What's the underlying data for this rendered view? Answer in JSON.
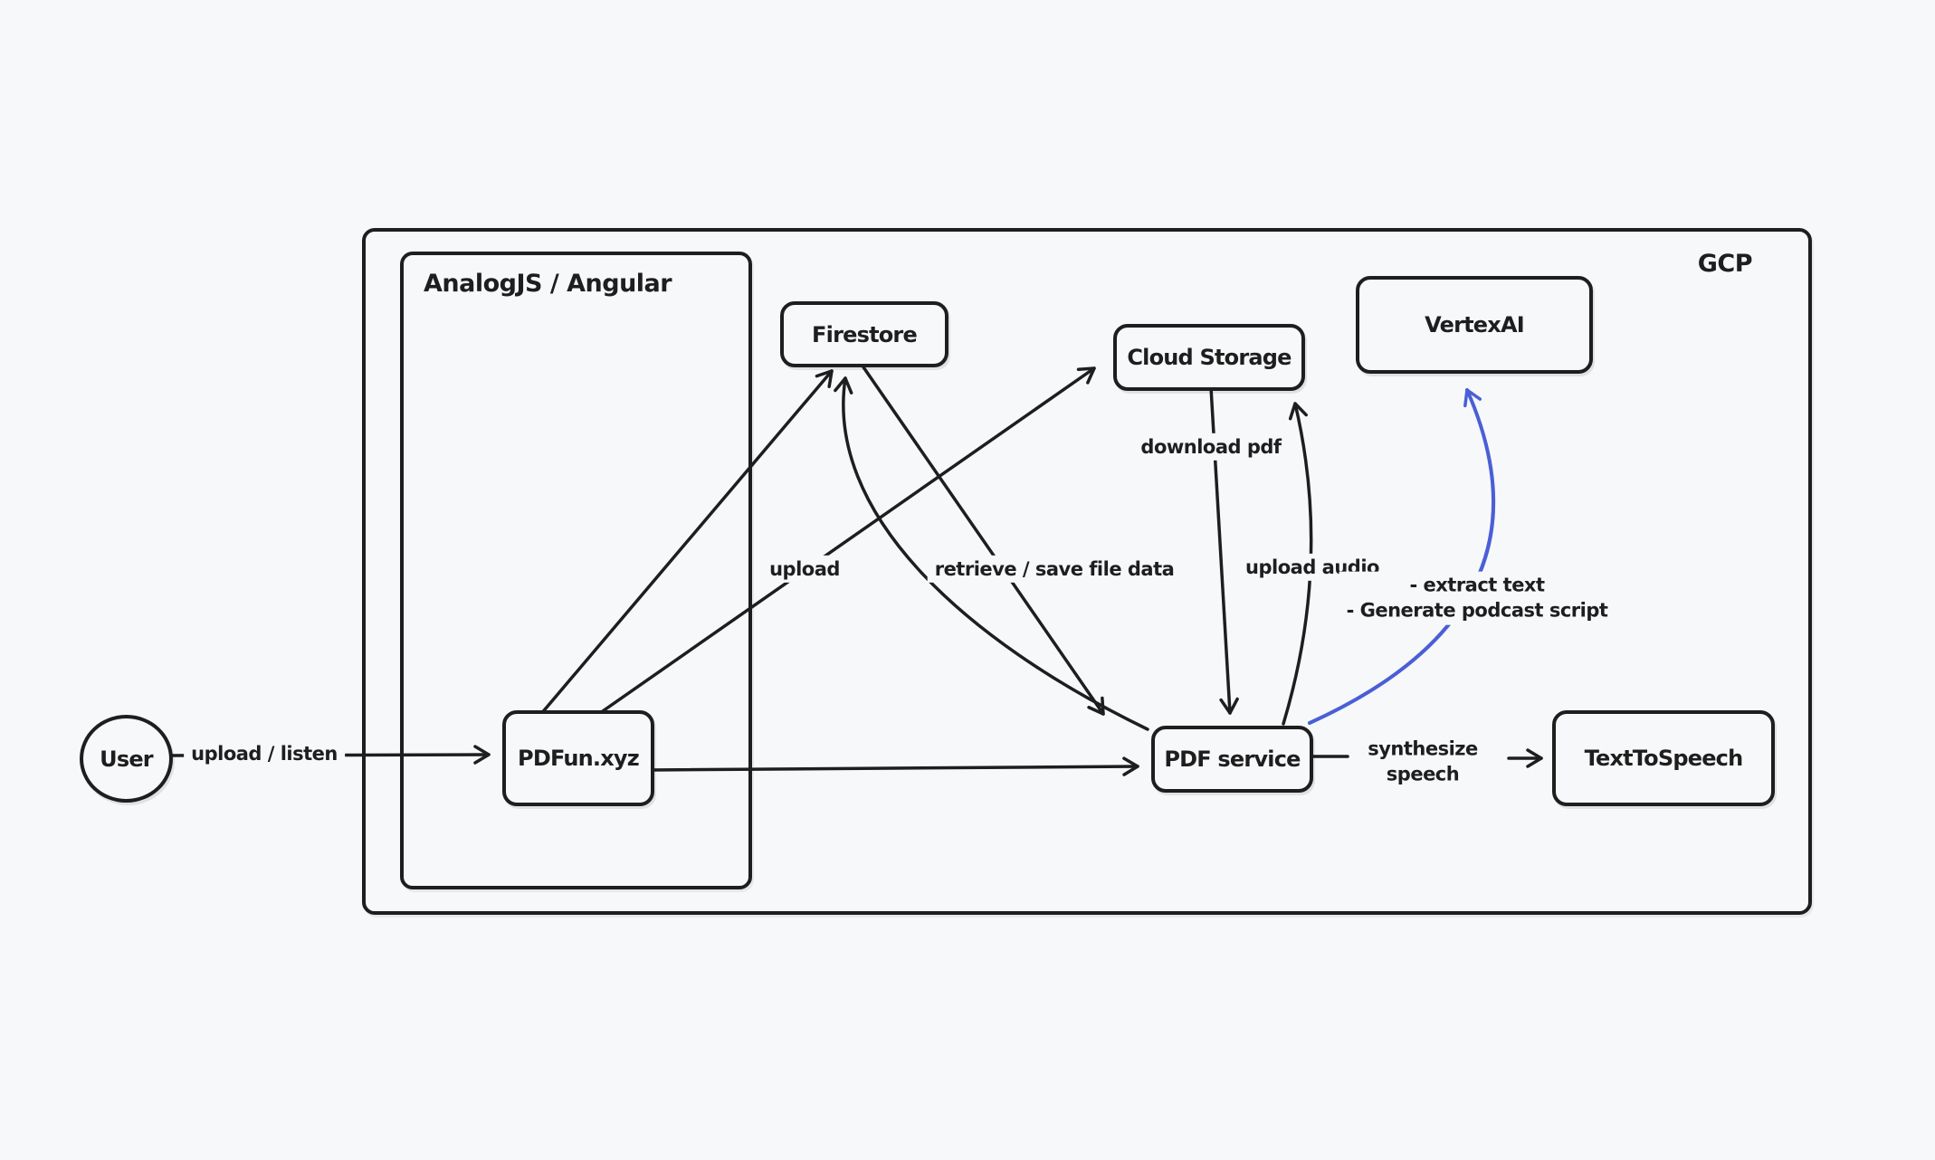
{
  "diagram": {
    "containers": {
      "gcp": {
        "label": "GCP"
      },
      "frontend": {
        "label": "AnalogJS / Angular"
      }
    },
    "nodes": {
      "user": {
        "label": "User"
      },
      "pdfun": {
        "label": "PDFun.xyz"
      },
      "firestore": {
        "label": "Firestore"
      },
      "cloud_storage": {
        "label": "Cloud Storage"
      },
      "vertex_ai": {
        "label": "VertexAI"
      },
      "pdf_service": {
        "label": "PDF service"
      },
      "text_to_speech": {
        "label": "TextToSpeech"
      }
    },
    "edge_labels": {
      "upload_listen": "upload / listen",
      "upload": "upload",
      "retrieve_save": "retrieve / save file data",
      "download_pdf": "download pdf",
      "upload_audio": "upload audio",
      "vertex_tasks": "- extract text\n- Generate podcast script",
      "synthesize_speech": "synthesize\nspeech"
    },
    "colors": {
      "stroke": "#1e1e1e",
      "accent_blue": "#4a5fd6",
      "background": "#f7f8fa"
    }
  }
}
